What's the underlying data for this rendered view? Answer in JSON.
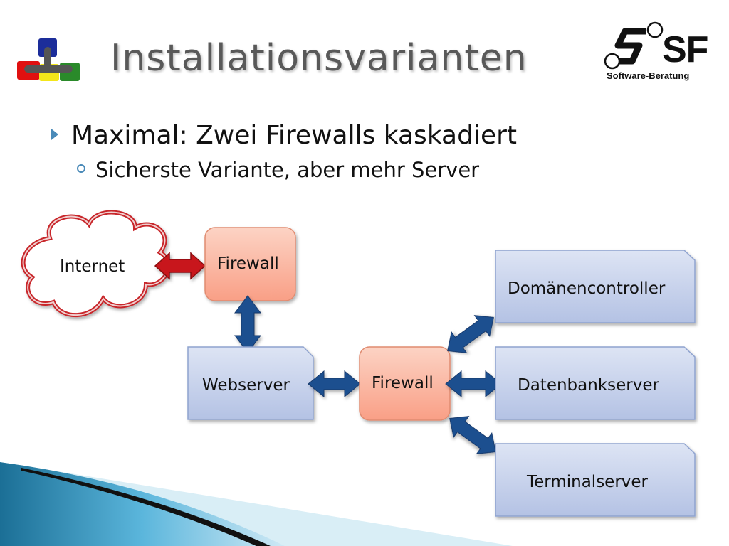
{
  "title": "Installationsvarianten",
  "bullets": {
    "main": "Maximal: Zwei Firewalls kaskadiert",
    "sub": "Sicherste Variante, aber mehr Server"
  },
  "logo": {
    "mark": "SF",
    "tagline": "Software-Beratung"
  },
  "diagram": {
    "cloud_label": "Internet",
    "firewall_top": "Firewall",
    "firewall_middle": "Firewall",
    "webserver": "Webserver",
    "domaincontroller": "Domänencontroller",
    "databaseserver": "Datenbankserver",
    "terminalserver": "Terminalserver"
  },
  "colors": {
    "firewall_fill": "#fbb9a6",
    "server_fill": "#c5d1ec",
    "arrow_blue": "#1f4f8f",
    "arrow_red": "#c8151b",
    "cloud_stroke": "#c8252c"
  }
}
